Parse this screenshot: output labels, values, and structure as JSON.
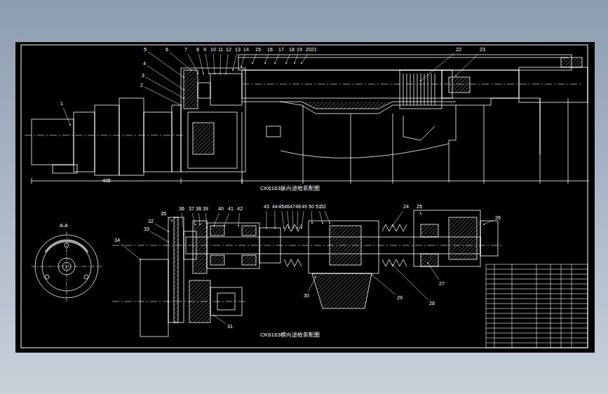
{
  "diagram": {
    "labels": [
      "1",
      "2",
      "3",
      "4",
      "5",
      "6",
      "7",
      "8",
      "9",
      "10",
      "11",
      "12",
      "13",
      "14",
      "15",
      "16",
      "17",
      "18",
      "19",
      "2021",
      "22",
      "23",
      "405",
      "CK6163纵向进给装配图",
      "A-A",
      "32",
      "33",
      "34",
      "35",
      "36",
      "37",
      "38",
      "39",
      "40",
      "41",
      "42",
      "43",
      "44",
      "45",
      "46",
      "47",
      "48",
      "49",
      "50",
      "51",
      "52",
      "24",
      "25",
      "26",
      "27",
      "28",
      "29",
      "30",
      "31",
      "CK6163横向进给装配图"
    ]
  }
}
